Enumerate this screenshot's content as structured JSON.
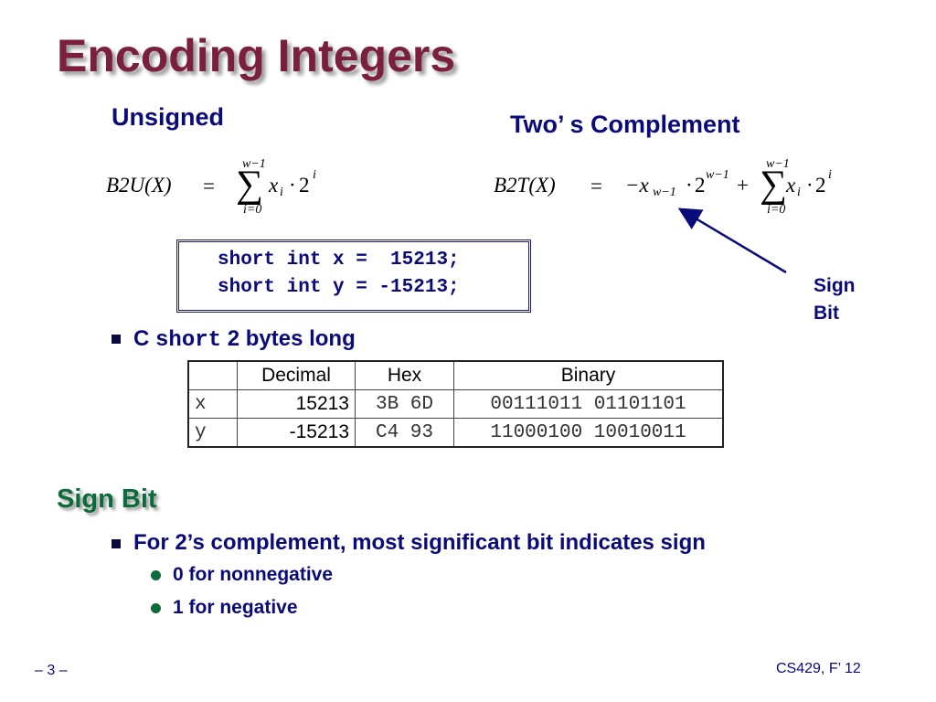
{
  "slide": {
    "title": "Encoding Integers",
    "unsigned_heading": "Unsigned",
    "twos_heading": "Two’ s Complement",
    "sign_bit_callout_line1": "Sign",
    "sign_bit_callout_line2": "Bit"
  },
  "formulas": {
    "b2u_lhs": "B2U(X)",
    "b2t_lhs": "B2T(X)",
    "equals": "=",
    "sum_upper": "w−1",
    "sum_lower": "i=0",
    "neg_term": "−x",
    "neg_sub": "w−1",
    "mult": "·",
    "two": "2",
    "exp_i": "i",
    "exp_w1": "w−1",
    "plus": "+",
    "xi": "x",
    "sub_i": "i"
  },
  "code": {
    "line1": "short int x =  15213;",
    "line2": "short int y = -15213;"
  },
  "bullet_c_short": {
    "prefix": "C",
    "keyword": "short",
    "suffix": "2 bytes long"
  },
  "table": {
    "headers": [
      "",
      "Decimal",
      "Hex",
      "Binary"
    ],
    "rows": [
      {
        "name": "x",
        "decimal": "15213",
        "hex": "3B 6D",
        "binary": "00111011 01101101"
      },
      {
        "name": "y",
        "decimal": "-15213",
        "hex": "C4 93",
        "binary": "11000100 10010011"
      }
    ]
  },
  "sign_section": {
    "heading": "Sign Bit",
    "bullet": "For 2’s complement, most significant bit indicates sign",
    "sub1": "0 for nonnegative",
    "sub2": "1 for negative"
  },
  "footer": {
    "page": "– 3 –",
    "course": "CS429, F’ 12"
  },
  "colors": {
    "title": "#7a1f3d",
    "heading_blue": "#0a0a7a",
    "section_green": "#0b6b3a"
  }
}
